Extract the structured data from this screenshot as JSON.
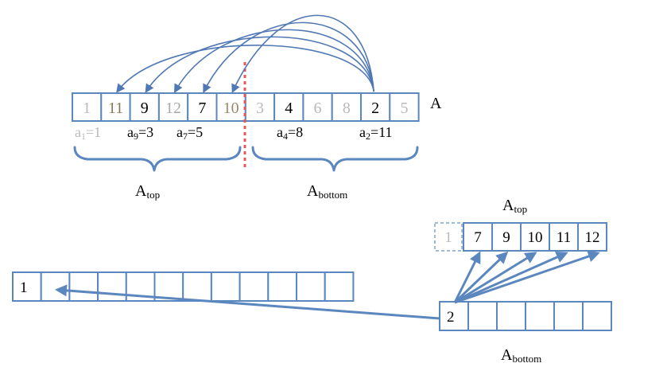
{
  "top_array": {
    "label": "A",
    "cells": [
      {
        "text": "1",
        "color": "#b9b9b9"
      },
      {
        "text": "11",
        "color": "#8a7a5a"
      },
      {
        "text": "9",
        "color": "#000000"
      },
      {
        "text": "12",
        "color": "#a8a8a8"
      },
      {
        "text": "7",
        "color": "#000000"
      },
      {
        "text": "10",
        "color": "#9a8a6a"
      },
      {
        "text": "3",
        "color": "#b9b9b9"
      },
      {
        "text": "4",
        "color": "#000000"
      },
      {
        "text": "6",
        "color": "#b9b9b9"
      },
      {
        "text": "8",
        "color": "#b9b9b9"
      },
      {
        "text": "2",
        "color": "#000000"
      },
      {
        "text": "5",
        "color": "#b9b9b9"
      }
    ],
    "annotations": [
      {
        "base": "a",
        "sub": "1",
        "rest": "=1",
        "color": "#b9b9b9"
      },
      {
        "base": "a",
        "sub": "9",
        "rest": "=3",
        "color": "#000000"
      },
      {
        "base": "a",
        "sub": "7",
        "rest": "=5",
        "color": "#000000"
      },
      {
        "base": "a",
        "sub": "4",
        "rest": "=8",
        "color": "#000000"
      },
      {
        "base": "a",
        "sub": "2",
        "rest": "=11",
        "color": "#000000"
      }
    ],
    "top_label": {
      "base": "A",
      "sub": "top"
    },
    "bottom_label": {
      "base": "A",
      "sub": "bottom"
    }
  },
  "right_top_array": {
    "label": {
      "base": "A",
      "sub": "top"
    },
    "dashed_cell": {
      "text": "1",
      "color": "#b9b9b9"
    },
    "cells": [
      "7",
      "9",
      "10",
      "11",
      "12"
    ]
  },
  "right_bottom_array": {
    "label": {
      "base": "A",
      "sub": "bottom"
    },
    "cells": [
      "2",
      "",
      "",
      "",
      "",
      ""
    ]
  },
  "left_array": {
    "cells": [
      "1",
      "",
      "",
      "",
      "",
      "",
      "",
      "",
      "",
      "",
      "",
      ""
    ]
  },
  "colors": {
    "cell_stroke": "#5b87bf",
    "arrow": "#4f78b4",
    "divider": "#e05b5b"
  }
}
